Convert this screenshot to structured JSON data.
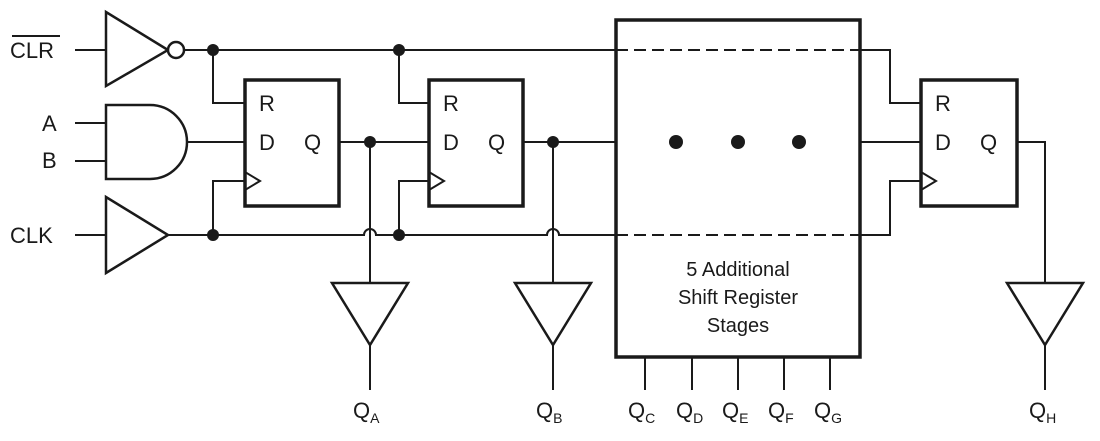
{
  "inputs": {
    "clr": "CLR",
    "a": "A",
    "b": "B",
    "clk": "CLK"
  },
  "flipflop_pins": {
    "reset": "R",
    "data": "D",
    "output": "Q"
  },
  "middle_block": {
    "line1": "5 Additional",
    "line2": "Shift Register",
    "line3": "Stages"
  },
  "outputs": [
    {
      "main": "Q",
      "sub": "A"
    },
    {
      "main": "Q",
      "sub": "B"
    },
    {
      "main": "Q",
      "sub": "C"
    },
    {
      "main": "Q",
      "sub": "D"
    },
    {
      "main": "Q",
      "sub": "E"
    },
    {
      "main": "Q",
      "sub": "F"
    },
    {
      "main": "Q",
      "sub": "G"
    },
    {
      "main": "Q",
      "sub": "H"
    }
  ]
}
